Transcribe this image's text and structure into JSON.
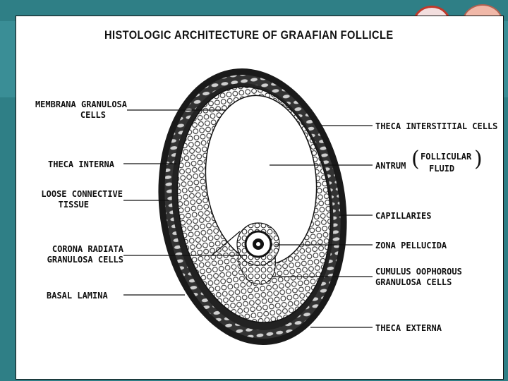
{
  "diagram": {
    "title": "HISTOLOGIC ARCHITECTURE OF GRAAFIAN FOLLICLE",
    "labels_left": {
      "membrana_granulosa_1": "MEMBRANA GRANULOSA",
      "membrana_granulosa_2": "CELLS",
      "theca_interna": "THECA INTERNA",
      "loose_connective_1": "LOOSE CONNECTIVE",
      "loose_connective_2": "TISSUE",
      "corona_radiata_1": "CORONA RADIATA",
      "corona_radiata_2": "GRANULOSA CELLS",
      "basal_lamina": "BASAL LAMINA"
    },
    "labels_right": {
      "theca_interstitial": "THECA INTERSTITIAL CELLS",
      "antrum": "ANTRUM",
      "follicular_1": "FOLLICULAR",
      "follicular_2": "FLUID",
      "capillaries": "CAPILLARIES",
      "zona_pellucida": "ZONA PELLUCIDA",
      "cumulus_1": "CUMULUS OOPHOROUS",
      "cumulus_2": "GRANULOSA CELLS",
      "theca_externa": "THECA EXTERNA"
    }
  }
}
